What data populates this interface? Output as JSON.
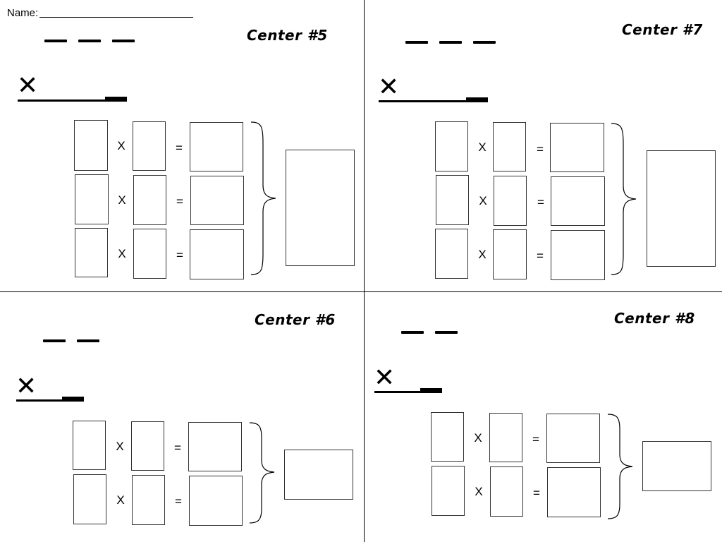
{
  "header": {
    "name_label": "Name:"
  },
  "operators": {
    "times": "X",
    "equals": "=",
    "multiply_mark": "✕"
  },
  "centers": [
    {
      "title": "Center #5",
      "digits": 3,
      "rows": 3
    },
    {
      "title": "Center #7",
      "digits": 3,
      "rows": 3
    },
    {
      "title": "Center #6",
      "digits": 2,
      "rows": 2
    },
    {
      "title": "Center #8",
      "digits": 2,
      "rows": 2
    }
  ]
}
